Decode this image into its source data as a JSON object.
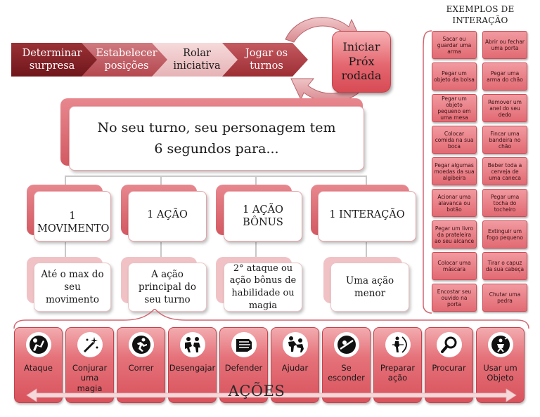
{
  "colors": {
    "dark_red": "#7b1c20",
    "mid_red": "#b64a50",
    "light_pink": "#efc6c8",
    "accent_red": "#e4666f",
    "card_shadow": "#cf5a62"
  },
  "flow": {
    "steps": [
      "Determinar surpresa",
      "Estabelecer posições",
      "Rolar iniciativa",
      "Jogar os turnos"
    ],
    "next_round": "Iniciar Próx rodada"
  },
  "turn": {
    "title_line1": "No seu turno, seu personagem tem",
    "title_line2": "6 segundos para..."
  },
  "columns": [
    {
      "title": "1 MOVIMENTO",
      "desc": "Até o max do seu movimento"
    },
    {
      "title": "1 AÇÃO",
      "desc": "A ação principal do seu turno"
    },
    {
      "title": "1 AÇÃO BÔNUS",
      "desc": "2° ataque ou ação bônus de habilidade ou magia"
    },
    {
      "title": "1 INTERAÇÃO",
      "desc": "Uma ação menor"
    }
  ],
  "examples": {
    "header": "EXEMPLOS DE INTERAÇÃO",
    "items": [
      "Sacar ou guardar uma arma",
      "Abrir ou fechar uma porta",
      "Pegar um objeto da bolsa",
      "Pegar uma arma do chão",
      "Pegar um objeto pequeno em uma mesa",
      "Remover um anel do seu dedo",
      "Colocar comida na sua boca",
      "Fincar uma bandeira no chão",
      "Pegar algumas moedas da sua algibeira",
      "Beber toda a cerveja de uma caneca",
      "Acionar uma alavanca ou botão",
      "Pegar uma tocha do tocheiro",
      "Pegar um livro da prateleira ao seu alcance",
      "Extinguir um fogo pequeno",
      "Colocar uma máscara",
      "Tirar o capuz da sua cabeça",
      "Encostar seu ouvido na porta",
      "Chutar uma pedra"
    ]
  },
  "actions": {
    "label": "AÇÕES",
    "items": [
      {
        "label": "Ataque",
        "icon": "attack-icon"
      },
      {
        "label": "Conjurar uma magia",
        "icon": "magic-wand-icon"
      },
      {
        "label": "Correr",
        "icon": "running-icon"
      },
      {
        "label": "Desengajar",
        "icon": "disengage-icon"
      },
      {
        "label": "Defender",
        "icon": "shield-icon"
      },
      {
        "label": "Ajudar",
        "icon": "help-icon"
      },
      {
        "label": "Se esconder",
        "icon": "hide-icon"
      },
      {
        "label": "Preparar ação",
        "icon": "archer-icon"
      },
      {
        "label": "Procurar",
        "icon": "magnifier-icon"
      },
      {
        "label": "Usar um Objeto",
        "icon": "use-object-icon"
      }
    ]
  }
}
